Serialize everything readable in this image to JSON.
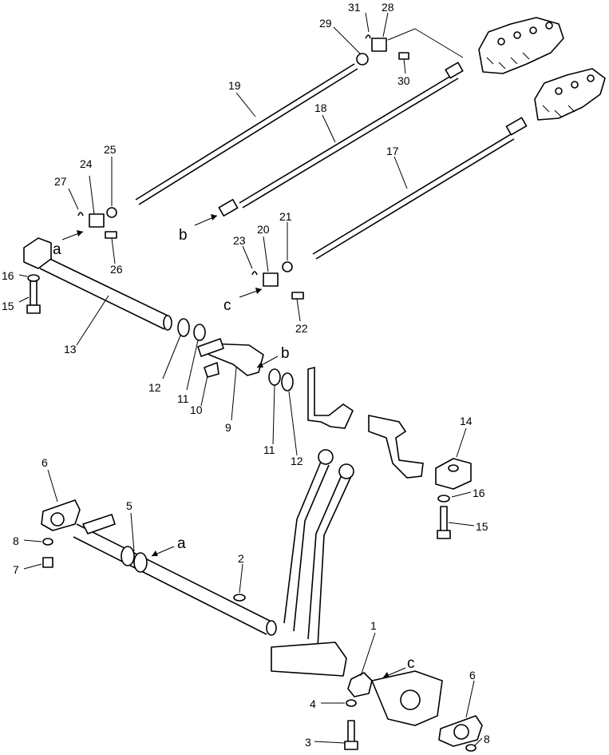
{
  "callouts": {
    "c1": "1",
    "c2": "2",
    "c3": "3",
    "c4": "4",
    "c5": "5",
    "c6": "6",
    "c7": "7",
    "c8": "8",
    "c9": "9",
    "c10": "10",
    "c11": "11",
    "c12": "12",
    "c13": "13",
    "c14": "14",
    "c15": "15",
    "c16": "16",
    "c17": "17",
    "c18": "18",
    "c19": "19",
    "c20": "20",
    "c21": "21",
    "c22": "22",
    "c23": "23",
    "c24": "24",
    "c25": "25",
    "c26": "26",
    "c27": "27",
    "c28": "28",
    "c29": "29",
    "c30": "30",
    "c31": "31"
  },
  "refs": {
    "a": "a",
    "b": "b",
    "c": "c"
  }
}
